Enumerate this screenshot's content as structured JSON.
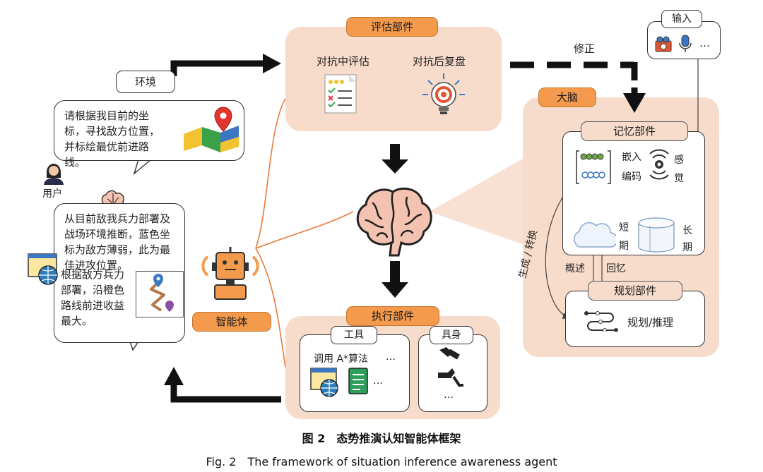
{
  "environment": {
    "label": "环境"
  },
  "user": {
    "label": "用户",
    "query": "请根据我目前的坐标，寻找敌方位置，并标绘最优前进路线。"
  },
  "agent": {
    "label": "智能体",
    "response_1": "从目前敌我兵力部署及战场环境推断，蓝色坐标为敌方薄弱，此为最 佳进攻位置。",
    "response_2": "根据敌方兵力部署，沿橙色路线前进收益最大。"
  },
  "evaluation": {
    "title": "评估部件",
    "item_1": "对抗中评估",
    "item_2": "对抗后复盘"
  },
  "correction_label": "修正",
  "input": {
    "title": "输入",
    "ellipsis": "…"
  },
  "brain": {
    "title": "大脑",
    "memory": {
      "title": "记忆部件",
      "embed_1": "嵌入",
      "embed_2": "编码",
      "sense_1": "感",
      "sense_2": "觉",
      "short_1": "短",
      "short_2": "期",
      "long_1": "长",
      "long_2": "期"
    },
    "generate_convert": "生成 / 转换",
    "summary": "概述",
    "recall": "回忆",
    "planning": {
      "title": "规划部件",
      "item": "规划/推理"
    }
  },
  "execution": {
    "title": "执行部件",
    "tools": {
      "title": "工具",
      "call": "调用 A*算法",
      "ellipsis_1": "…",
      "ellipsis_2": "…"
    },
    "embodiment": {
      "title": "具身",
      "ellipsis": "…"
    }
  },
  "caption": {
    "cn": "图 2　态势推演认知智能体框架",
    "en": "Fig. 2　The framework of situation inference awareness agent"
  },
  "colors": {
    "accent": "#f39a4c",
    "panel": "#f7dccb",
    "line_orange": "#e87a3a"
  }
}
